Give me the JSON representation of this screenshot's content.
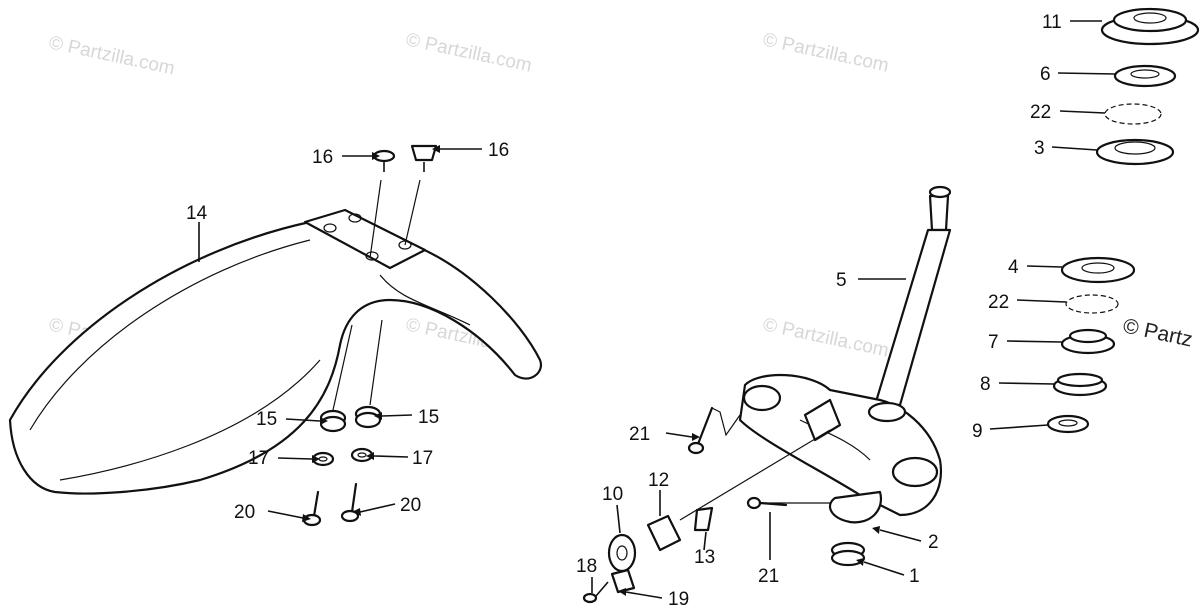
{
  "watermark": {
    "text": "© Partzilla.com",
    "edge_text": "© Partz"
  },
  "callouts": {
    "c1": "1",
    "c2": "2",
    "c3": "3",
    "c4": "4",
    "c5": "5",
    "c6": "6",
    "c7": "7",
    "c8": "8",
    "c9": "9",
    "c10": "10",
    "c11": "11",
    "c12": "12",
    "c13": "13",
    "c14": "14",
    "c15a": "15",
    "c15b": "15",
    "c16a": "16",
    "c16b": "16",
    "c17a": "17",
    "c17b": "17",
    "c18": "18",
    "c19": "19",
    "c20a": "20",
    "c20b": "20",
    "c21a": "21",
    "c21b": "21",
    "c22a": "22",
    "c22b": "22"
  },
  "parts": {
    "fender": "front-fender",
    "steering_stem": "steering-stem",
    "bottom_bridge": "bottom-bridge"
  }
}
